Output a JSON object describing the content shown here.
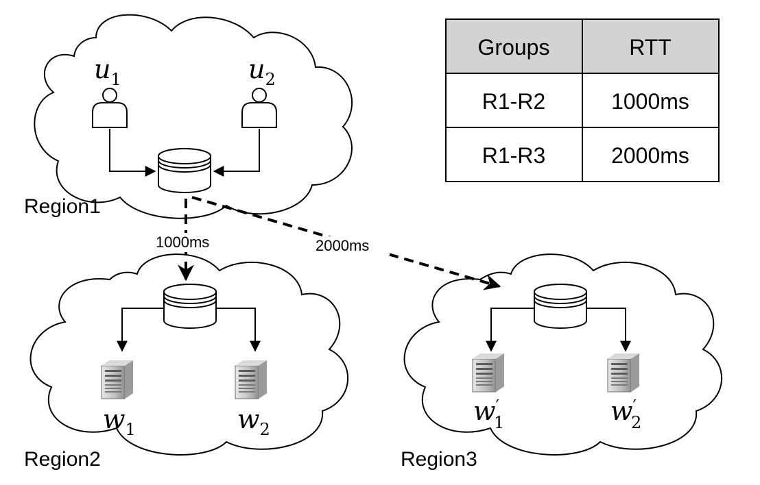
{
  "regions": [
    {
      "label": "Region1"
    },
    {
      "label": "Region2"
    },
    {
      "label": "Region3"
    }
  ],
  "users": [
    {
      "symbol": "u",
      "sub": "1"
    },
    {
      "symbol": "u",
      "sub": "2"
    }
  ],
  "servers_region2": [
    {
      "symbol": "w",
      "sub": "1"
    },
    {
      "symbol": "w",
      "sub": "2"
    }
  ],
  "servers_region3": [
    {
      "symbol": "w",
      "prime": "′",
      "sub": "1"
    },
    {
      "symbol": "w",
      "prime": "′",
      "sub": "2"
    }
  ],
  "edges": {
    "r1_r2": "1000ms",
    "r1_r3": "2000ms"
  },
  "rtt_table": {
    "headers": [
      "Groups",
      "RTT"
    ],
    "rows": [
      [
        "R1-R2",
        "1000ms"
      ],
      [
        "R1-R3",
        "2000ms"
      ]
    ]
  },
  "colors": {
    "table_header_bg": "#d3d3d3",
    "server_light": "#cfcfcf",
    "server_dark": "#8a8a8a"
  }
}
